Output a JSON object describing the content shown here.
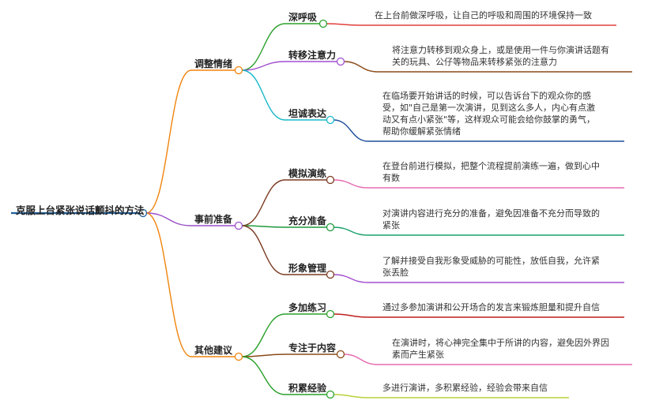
{
  "root": {
    "label": "克服上台紧张说话颤抖的方法"
  },
  "branches": [
    {
      "label": "调整情绪",
      "color": "#f0840c",
      "children": [
        {
          "label": "深呼吸",
          "color": "#2aa02a",
          "desc_color": "#e0403a",
          "desc": [
            "在上台前做深呼吸，让自己的呼吸和周围的环境保持一致"
          ]
        },
        {
          "label": "转移注意力",
          "color": "#a24fd0",
          "desc_color": "#8a4a18",
          "desc": [
            "将注意力转移到观众身上，或是使用一件与你演讲话题有",
            "关的玩具、公仔等物品来转移紧张的注意力"
          ]
        },
        {
          "label": "坦诚表达",
          "color": "#19b8c8",
          "desc_color": "#1f4f9a",
          "desc": [
            "在临场要开始讲话的时候，可以告诉台下的观众你的感",
            "受，如\"自己是第一次演讲，见到这么多人，内心有点激",
            "动又有点小紧张\"等，这样观众可能会给你鼓掌的勇气，",
            "帮助你缓解紧张情绪"
          ]
        }
      ]
    },
    {
      "label": "事前准备",
      "color": "#9a4fc8",
      "children": [
        {
          "label": "模拟演练",
          "color": "#7a3a20",
          "desc_color": "#e56bb0",
          "desc": [
            "在登台前进行模拟，把整个流程提前演练一遍，做到心中",
            "有数"
          ]
        },
        {
          "label": "充分准备",
          "color": "#1f9a3c",
          "desc_color": "#19a06a",
          "desc": [
            "对演讲内容进行充分的准备，避免因准备不充分而导致的",
            "紧张"
          ]
        },
        {
          "label": "形象管理",
          "color": "#7a3a20",
          "desc_color": "#a24fd0",
          "desc": [
            "了解并接受自我形象受威胁的可能性，放低自我，允许紧",
            "张丢脸"
          ]
        }
      ]
    },
    {
      "label": "其他建议",
      "color": "#f0840c",
      "children": [
        {
          "label": "多加练习",
          "color": "#2aa02a",
          "desc_color": "#c01e1e",
          "desc": [
            "通过多参加演讲和公开场合的发言来锻炼胆量和提升自信"
          ]
        },
        {
          "label": "专注于内容",
          "color": "#8a4a18",
          "desc_color": "#e56bb0",
          "desc": [
            "在演讲时，将心神完全集中于所讲的内容，避免因外界因",
            "素而产生紧张"
          ]
        },
        {
          "label": "积累经验",
          "color": "#2aa02a",
          "desc_color": "#b8d23a",
          "desc": [
            "多进行演讲，多积累经验，经验会带来自信"
          ]
        }
      ]
    }
  ],
  "colors": {
    "root_line": "#1f5f9a",
    "text": "#222222"
  }
}
